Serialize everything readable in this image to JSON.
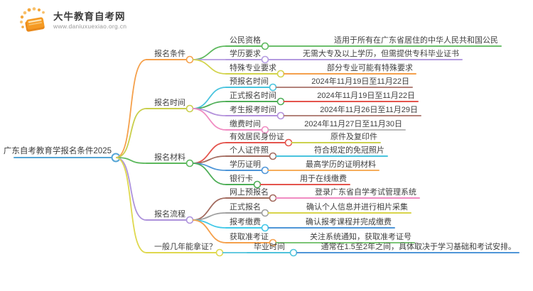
{
  "logo": {
    "site_name": "大牛教育自考网",
    "site_url": "www.daniuxuexiao.org.cn",
    "icon": "book-icon",
    "brand_color": "#F59A23"
  },
  "root": {
    "label": "广东自考教育学报名条件2025",
    "color": "#55A5D6"
  },
  "branches": [
    {
      "label": "报名条件",
      "color": "#F5A04B"
    },
    {
      "label": "报名时间",
      "color": "#C9CF4C"
    },
    {
      "label": "报名材料",
      "color": "#5CB85C"
    },
    {
      "label": "报名流程",
      "color": "#AD92DB"
    },
    {
      "label": "一般几年能拿证？",
      "color": "#DFD84E"
    }
  ],
  "rows": [
    {
      "label": "公民资格",
      "color": "#5CB85C",
      "leaf": "适用于所有在广东省居住的中华人民共和国公民",
      "leaf_color": "#6CBF6C"
    },
    {
      "label": "学历要求",
      "color": "#B49BE0",
      "leaf": "无需大专及以上学历，但需提供专科毕业证书",
      "leaf_color": "#B49BE0"
    },
    {
      "label": "特殊专业要求",
      "color": "#D2D34B",
      "leaf": "部分专业可能有特殊要求",
      "leaf_color": "#F5A04B"
    },
    {
      "label": "预报名时间",
      "color": "#49C4DE",
      "leaf": "2024年11月19日至11月22日",
      "leaf_color": "#B3837B"
    },
    {
      "label": "正式报名时间",
      "color": "#4EAE57",
      "leaf": "2024年11月19日至11月22日",
      "leaf_color": "#E4544D"
    },
    {
      "label": "考生报考时间",
      "color": "#B391DB",
      "leaf": "2024年11月26日至11月29日",
      "leaf_color": "#B3837B"
    },
    {
      "label": "缴费时间",
      "color": "#F08BC2",
      "leaf": "2024年11月27日至11月30日",
      "leaf_color": "#B9B9B9"
    },
    {
      "label": "有效居民身份证",
      "color": "#E4544D",
      "leaf": "原件及复印件",
      "leaf_color": "#CCD24F"
    },
    {
      "label": "个人证件照",
      "color": "#A26A5E",
      "leaf": "符合规定的免冠照片",
      "leaf_color": "#49C4DE"
    },
    {
      "label": "学历证明",
      "color": "#4F96D8",
      "leaf": "最高学历的证明材料",
      "leaf_color": "#F6AE5C"
    },
    {
      "label": "银行卡",
      "color": "#4EAE57",
      "leaf": "用于在线缴费",
      "leaf_color": "#E4544D"
    },
    {
      "label": "网上预报名",
      "color": "#A26A5E",
      "leaf": "登录广东省自学考试管理系统",
      "leaf_color": "#F08BC2"
    },
    {
      "label": "正式报名",
      "color": "#9E9E9E",
      "leaf": "确认个人信息并进行相片采集",
      "leaf_color": "#D8D44A"
    },
    {
      "label": "报考缴费",
      "color": "#41C8E8",
      "leaf": "确认报考课程并完成缴费",
      "leaf_color": "#4F96D8"
    },
    {
      "label": "获取准考证",
      "color": "#F5A04B",
      "leaf": "关注系统通知，获取准考证号",
      "leaf_color": "#7CC576"
    },
    {
      "label": "毕业时间",
      "color": "#4FC3DC",
      "leaf": "通常在1.5至2年之间，具体取决于学习基础和考试安排。",
      "leaf_color": "#4F96D8"
    }
  ]
}
